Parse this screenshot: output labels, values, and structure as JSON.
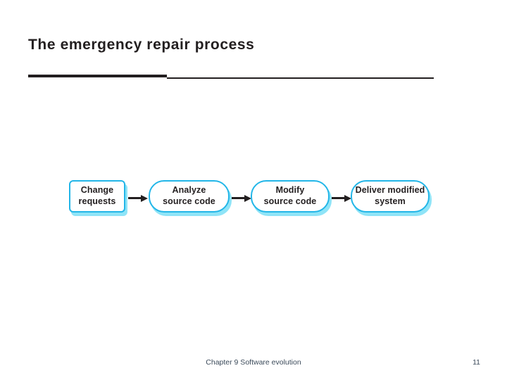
{
  "slide": {
    "title": "The emergency repair process",
    "footer_text": "Chapter 9 Software evolution",
    "page_number": "11"
  },
  "colors": {
    "node_border": "#22b6e8",
    "node_shadow": "#8fe4f7",
    "text": "#231f20",
    "footer": "#3b4a5a"
  },
  "diagram": {
    "type": "flow",
    "orientation": "left-to-right",
    "nodes": [
      {
        "id": "n0",
        "line1": "Change",
        "line2": "requests",
        "shape": "rounded-rect"
      },
      {
        "id": "n1",
        "line1": "Analyze",
        "line2": "source code",
        "shape": "stadium"
      },
      {
        "id": "n2",
        "line1": "Modify",
        "line2": "source code",
        "shape": "stadium"
      },
      {
        "id": "n3",
        "line1": "Deliver modified",
        "line2": "system",
        "shape": "stadium"
      }
    ],
    "arrows": [
      {
        "id": "a0",
        "from": "n0",
        "to": "n1"
      },
      {
        "id": "a1",
        "from": "n1",
        "to": "n2"
      },
      {
        "id": "a2",
        "from": "n2",
        "to": "n3"
      }
    ]
  }
}
